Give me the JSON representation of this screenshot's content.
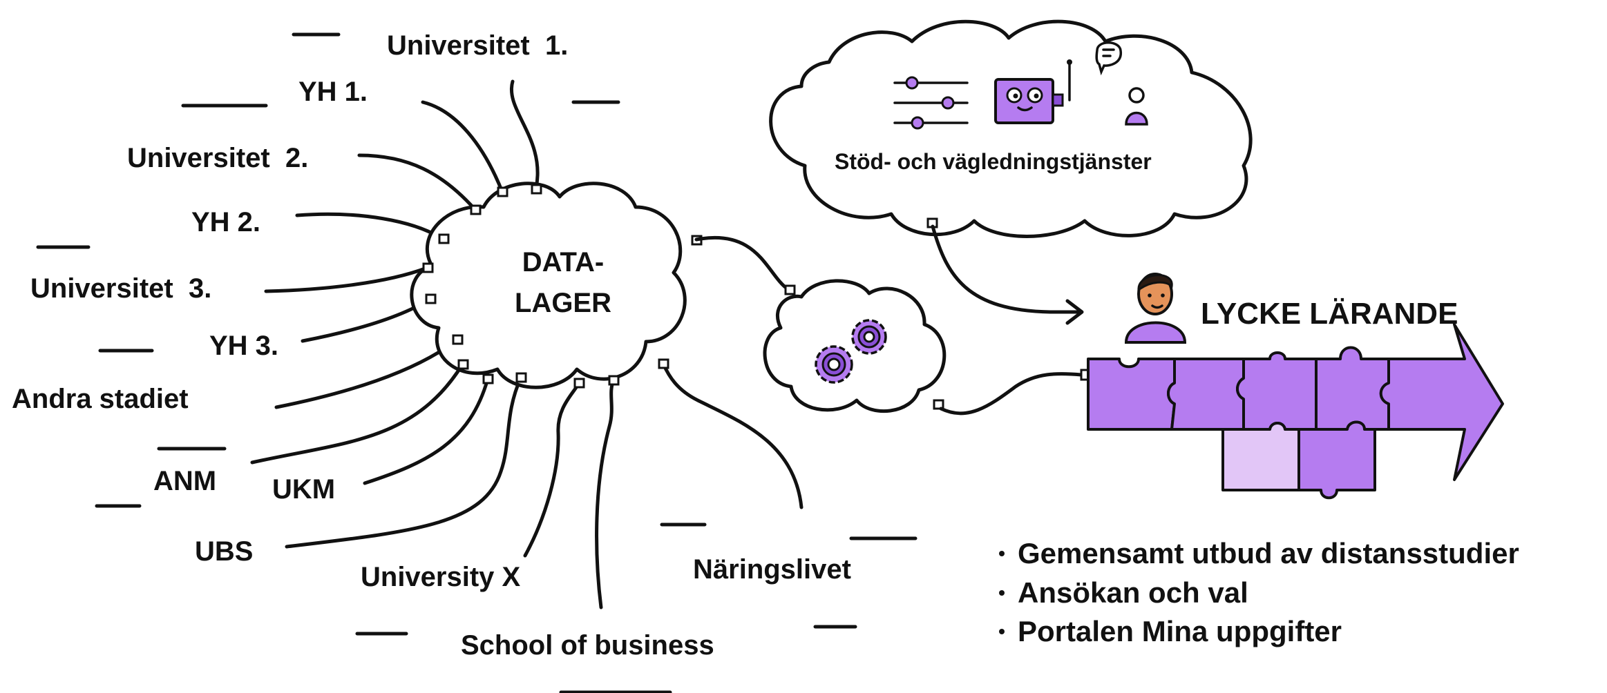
{
  "colors": {
    "purple": "#b57cf0",
    "purple_light": "#e2c6f7",
    "purple_dark": "#8a4fd6",
    "skin": "#e5935a",
    "hair": "#2a1a12",
    "ink": "#111111"
  },
  "hub": {
    "label_line1": "DATA-",
    "label_line2": "LAGER"
  },
  "sources": [
    {
      "label": "Universitet  1."
    },
    {
      "label": "YH 1."
    },
    {
      "label": "Universitet  2."
    },
    {
      "label": "YH 2."
    },
    {
      "label": "Universitet  3."
    },
    {
      "label": "YH 3."
    },
    {
      "label": "Andra stadiet"
    },
    {
      "label": "ANM"
    },
    {
      "label": "UKM"
    },
    {
      "label": "UBS"
    },
    {
      "label": "University X"
    },
    {
      "label": "School of business"
    },
    {
      "label": "Näringslivet"
    }
  ],
  "support": {
    "label": "Stöd- och vägledningstjänster",
    "icons": [
      "sliders-icon",
      "robot-icon",
      "person-chat-icon"
    ]
  },
  "processing": {
    "icons": [
      "gear-icon",
      "gear-icon"
    ]
  },
  "target": {
    "title": "LYCKE LÄRANDE",
    "icon": "person-icon"
  },
  "bullets": [
    "Gemensamt utbud av distansstudier",
    "Ansökan och val",
    "Portalen Mina uppgifter"
  ]
}
